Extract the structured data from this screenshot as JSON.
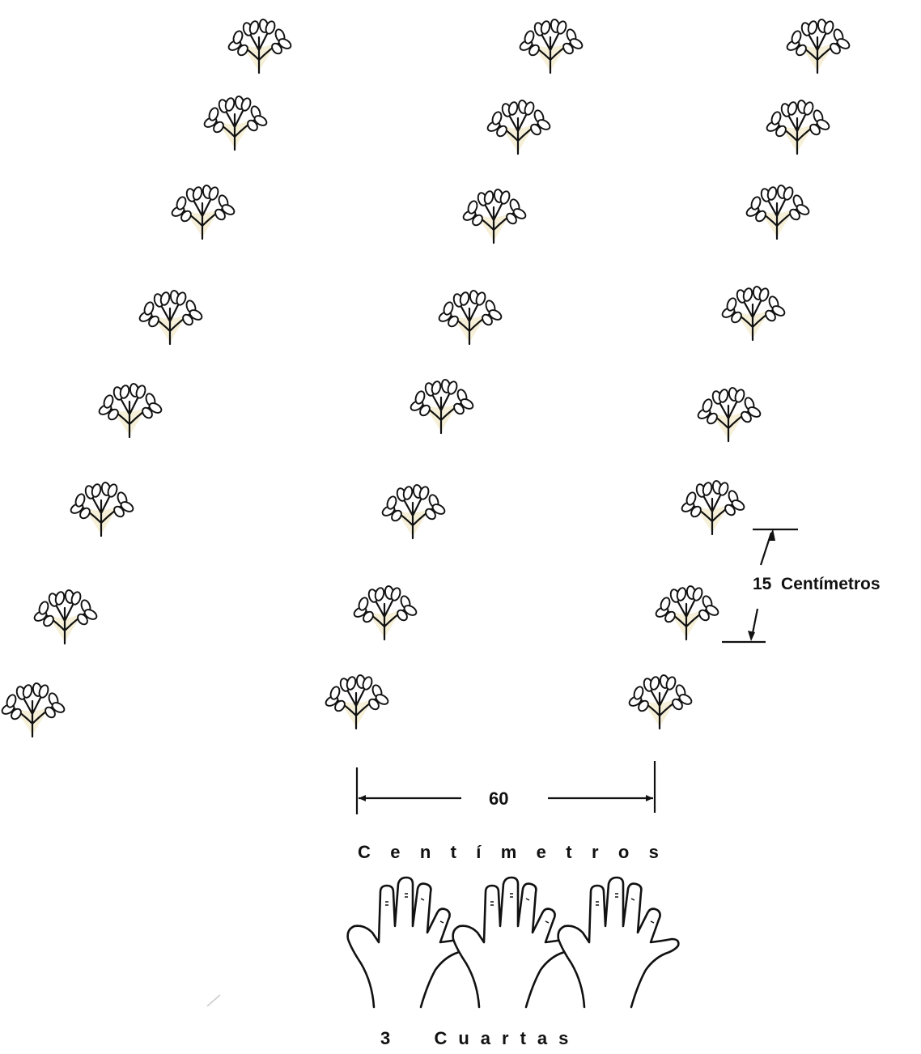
{
  "spacing_vertical": {
    "value": "15",
    "unit": "Centímetros"
  },
  "spacing_horizontal": {
    "value": "60",
    "unit": "Centímetros"
  },
  "hand_measure": {
    "count": "3",
    "unit": "Cuartas"
  },
  "plant_rows": [
    {
      "plants": 8
    },
    {
      "plants": 8
    },
    {
      "plants": 8
    }
  ],
  "colors": {
    "line": "#111111",
    "leaf_fill": "#f6f0d8",
    "background": "#ffffff"
  }
}
